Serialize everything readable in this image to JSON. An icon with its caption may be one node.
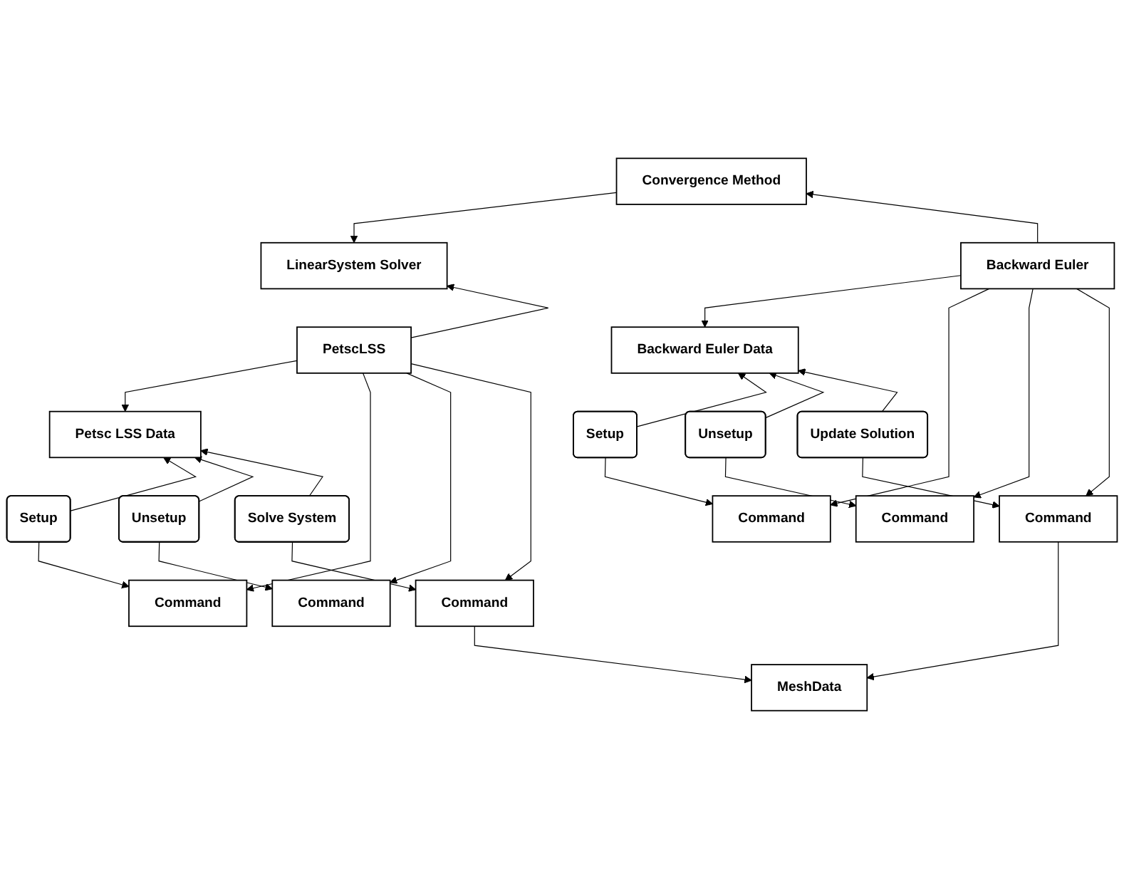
{
  "diagram": {
    "nodes": [
      {
        "text": [
          "Convergence Method"
        ]
      },
      {
        "text": [
          "LinearSystem Solver"
        ]
      },
      {
        "text": [
          "Backward Euler"
        ]
      },
      {
        "text": [
          "Backward Euler Data"
        ]
      },
      {
        "text": [
          "Petsc LSS Data"
        ]
      },
      {
        "text": [
          "PetscLSS"
        ]
      },
      {
        "text": [
          "Command"
        ]
      },
      {
        "text": [
          "Setup"
        ]
      },
      {
        "text": [
          "Setup"
        ]
      },
      {
        "text": [
          "Command"
        ]
      },
      {
        "text": [
          "Command"
        ]
      },
      {
        "text": [
          "Unsetup"
        ]
      },
      {
        "text": [
          "Unsetup"
        ]
      },
      {
        "text": [
          "Command"
        ]
      },
      {
        "text": [
          "Command"
        ]
      },
      {
        "text": [
          "Update Solution"
        ]
      },
      {
        "text": [
          "Solve System"
        ]
      },
      {
        "text": [
          "Command"
        ]
      },
      {
        "text": [
          "MeshData"
        ]
      }
    ],
    "edges": [
      {
        "from": 0,
        "to": 1,
        "arrow": "to"
      },
      {
        "from": 2,
        "to": 0,
        "arrow": "to"
      },
      {
        "from": 5,
        "to": 1,
        "arrow": "to"
      },
      {
        "from": 2,
        "to": 3,
        "arrow": "to"
      },
      {
        "from": 5,
        "to": 4,
        "arrow": "to"
      },
      {
        "from": 2,
        "to": 6,
        "arrow": "to"
      },
      {
        "from": 2,
        "to": 10,
        "arrow": "to"
      },
      {
        "from": 2,
        "to": 14,
        "arrow": "to"
      },
      {
        "from": 7,
        "to": 6,
        "arrow": "to"
      },
      {
        "from": 11,
        "to": 10,
        "arrow": "to"
      },
      {
        "from": 15,
        "to": 14,
        "arrow": "to"
      },
      {
        "from": 7,
        "to": 3,
        "arrow": "to"
      },
      {
        "from": 11,
        "to": 3,
        "arrow": "to"
      },
      {
        "from": 15,
        "to": 3,
        "arrow": "to"
      },
      {
        "from": 8,
        "to": 9,
        "arrow": "to"
      },
      {
        "from": 12,
        "to": 13,
        "arrow": "to"
      },
      {
        "from": 16,
        "to": 17,
        "arrow": "to"
      },
      {
        "from": 8,
        "to": 4,
        "arrow": "to"
      },
      {
        "from": 12,
        "to": 4,
        "arrow": "to"
      },
      {
        "from": 16,
        "to": 4,
        "arrow": "to"
      },
      {
        "from": 5,
        "to": 9,
        "arrow": "to"
      },
      {
        "from": 5,
        "to": 13,
        "arrow": "to"
      },
      {
        "from": 5,
        "to": 17,
        "arrow": "to"
      },
      {
        "from": 14,
        "to": 18,
        "arrow": "to"
      },
      {
        "from": 17,
        "to": 18,
        "arrow": "to"
      }
    ]
  }
}
